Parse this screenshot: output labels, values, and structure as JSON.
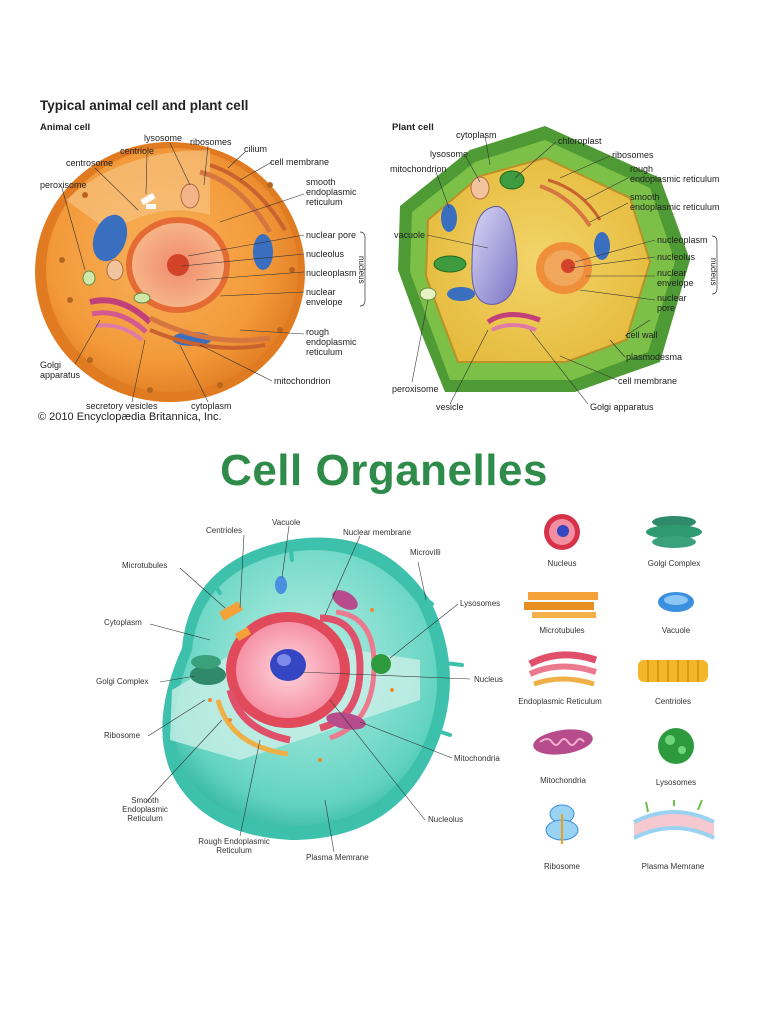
{
  "top_figure": {
    "title": "Typical animal cell and plant cell",
    "copyright": "© 2010 Encyclopædia Britannica, Inc.",
    "animal": {
      "title": "Animal cell",
      "labels": {
        "lysosome": "lysosome",
        "ribosomes": "ribosomes",
        "centriole": "centriole",
        "cilium": "cilium",
        "centrosome": "centrosome",
        "cell_membrane": "cell membrane",
        "peroxisome": "peroxisome",
        "smooth_er": "smooth\nendoplasmic\nreticulum",
        "nuclear_pore": "nuclear pore",
        "nucleolus": "nucleolus",
        "nucleoplasm": "nucleoplasm",
        "nuclear_envelope": "nuclear\nenvelope",
        "nucleus_bracket": "nucleus",
        "rough_er": "rough\nendoplasmic\nreticulum",
        "golgi": "Golgi\napparatus",
        "mitochondrion": "mitochondrion",
        "secretory_vesicles": "secretory vesicles",
        "cytoplasm": "cytoplasm"
      }
    },
    "plant": {
      "title": "Plant cell",
      "labels": {
        "cytoplasm": "cytoplasm",
        "chloroplast": "chloroplast",
        "lysosome": "lysosome",
        "ribosomes": "ribosomes",
        "mitochondrion": "mitochondrion",
        "rough_er": "rough\nendoplasmic reticulum",
        "smooth_er": "smooth\nendoplasmic reticulum",
        "vacuole": "vacuole",
        "nucleoplasm": "nucleoplasm",
        "nucleolus": "nucleolus",
        "nuclear_envelope": "nuclear\nenvelope",
        "nuclear_pore": "nuclear\npore",
        "nucleus_bracket": "nucleus",
        "cell_wall": "cell wall",
        "plasmodesma": "plasmodesma",
        "cell_membrane": "cell membrane",
        "peroxisome": "peroxisome",
        "vesicle": "vesicle",
        "golgi": "Golgi apparatus"
      }
    }
  },
  "bottom_figure": {
    "heading": "Cell Organelles",
    "heading_color": "#2e8b4a",
    "labels": {
      "centrioles": "Centrioles",
      "vacuole": "Vacuole",
      "nuclear_membrane": "Nuclear membrane",
      "microvilli": "Microvilli",
      "microtubules": "Microtubules",
      "lysosomes": "Lysosomes",
      "cytoplasm": "Cytoplasm",
      "golgi_complex": "Golgi Complex",
      "nucleus": "Nucleus",
      "ribosome": "Ribosome",
      "mitochondria": "Mitochondria",
      "smooth_er": "Smooth\nEndoplasmic\nReticulum",
      "nucleolus": "Nucleolus",
      "rough_er": "Rough Endoplasmic\nReticulum",
      "plasma_membrane": "Plasma Memrane"
    },
    "legend": [
      {
        "label": "Nucleus",
        "icon": "nucleus-icon"
      },
      {
        "label": "Golgi Complex",
        "icon": "golgi-icon"
      },
      {
        "label": "Microtubules",
        "icon": "microtubules-icon"
      },
      {
        "label": "Vacuole",
        "icon": "vacuole-icon"
      },
      {
        "label": "Endoplasmic Reticulum",
        "icon": "er-icon"
      },
      {
        "label": "Centrioles",
        "icon": "centrioles-icon"
      },
      {
        "label": "Mitochondria",
        "icon": "mitochondria-icon"
      },
      {
        "label": "Lysosomes",
        "icon": "lysosomes-icon"
      },
      {
        "label": "Ribosome",
        "icon": "ribosome-icon"
      },
      {
        "label": "Plasma Memrane",
        "icon": "plasma-membrane-icon"
      }
    ]
  }
}
